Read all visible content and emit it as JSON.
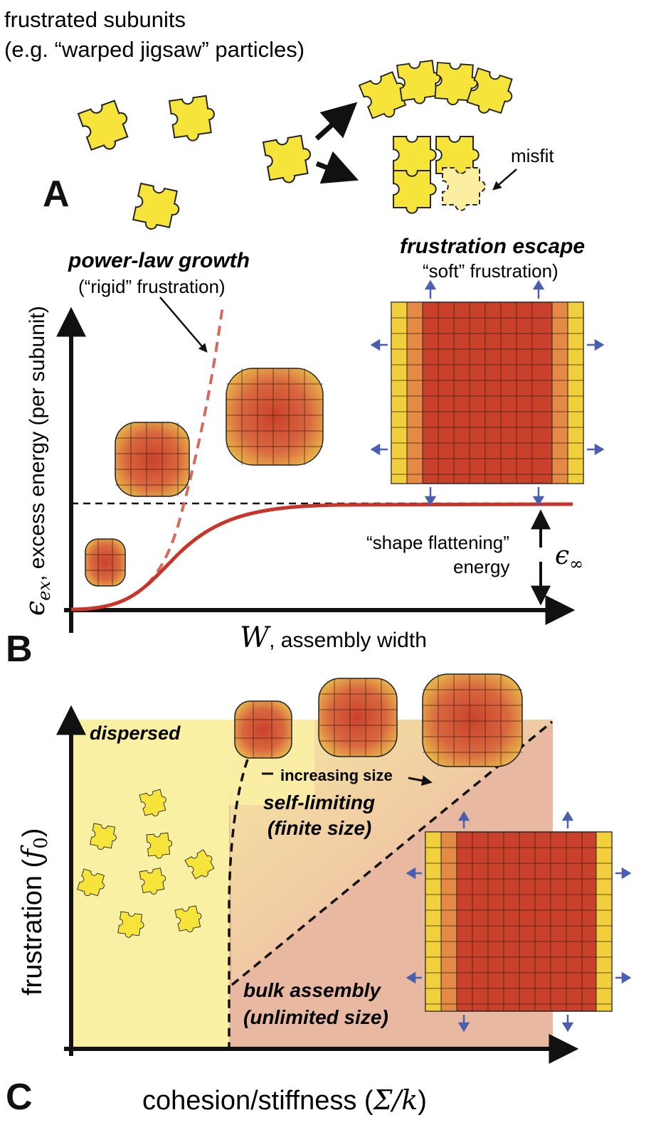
{
  "panel_a": {
    "letter": "A",
    "title_line1": "frustrated subunits",
    "title_line2": "(e.g. “warped jigsaw” particles)",
    "misfit_label": "misfit"
  },
  "panel_b": {
    "letter": "B",
    "ylabel_symbol": "ϵ",
    "ylabel_subscript": "ex",
    "ylabel_text": ", excess energy (per subunit)",
    "xlabel_symbol": "W",
    "xlabel_text": ", assembly width",
    "power_law_title": "power-law growth",
    "power_law_sub": "(“rigid” frustration)",
    "escape_title": "frustration escape",
    "escape_sub": "“soft” frustration)",
    "flatten_line1": "“shape flattening”",
    "flatten_line2": "energy",
    "einf_symbol": "ϵ",
    "einf_subscript": "∞"
  },
  "panel_c": {
    "letter": "C",
    "ylabel_text": "frustration (",
    "ylabel_symbol": "f",
    "ylabel_subscript": "0",
    "ylabel_close": ")",
    "xlabel_text": "cohesion/stiffness (",
    "xlabel_symbol": "Σ/k",
    "xlabel_close": ")",
    "region_dispersed": "dispersed",
    "increasing_size": "increasing size",
    "region_selflimiting_1": "self-limiting",
    "region_selflimiting_2": "(finite size)",
    "region_bulk_1": "bulk assembly",
    "region_bulk_2": "(unlimited size)"
  },
  "colors": {
    "piece_yellow": "#f7e43a",
    "piece_faded": "#fbeea0",
    "piece_orange": "#e0894a",
    "piece_red": "#c9412b",
    "curve_red": "#c8352a",
    "curve_dashed": "#d46b5d",
    "region_yellow": "#faf0a4",
    "region_salmon": "#e8b8a0",
    "arrow_blue": "#4a5fb0"
  },
  "icons": [
    "puzzle-piece-icon",
    "expansion-arrow-icon"
  ]
}
